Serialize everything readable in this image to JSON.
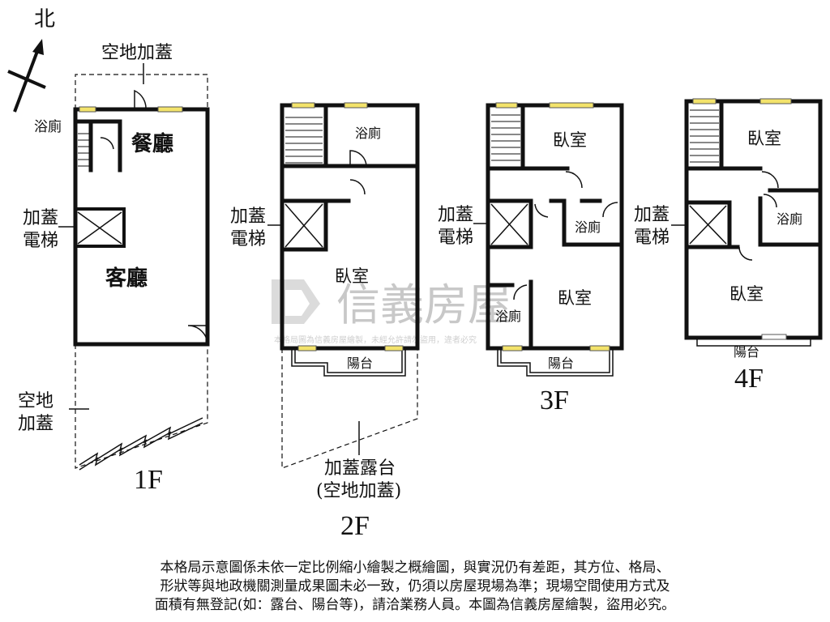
{
  "compass": {
    "label": "北"
  },
  "watermark": {
    "brand": "信義房屋",
    "sub": "本格局圖為信義房屋繪製，未經允許請勿盜用，違者必究"
  },
  "floors": [
    {
      "name": "1F",
      "rooms": {
        "bath": "浴廁",
        "dining": "餐廳",
        "living": "客廳"
      },
      "callouts": {
        "top": "空地加蓋",
        "elevator_1": "加蓋",
        "elevator_2": "電梯",
        "side_1": "空地",
        "side_2": "加蓋"
      }
    },
    {
      "name": "2F",
      "rooms": {
        "bath": "浴廁",
        "bedroom": "臥室",
        "balcony": "陽台"
      },
      "callouts": {
        "elevator_1": "加蓋",
        "elevator_2": "電梯",
        "terrace_1": "加蓋露台",
        "terrace_2": "(空地加蓋)"
      }
    },
    {
      "name": "3F",
      "rooms": {
        "bedroom_top": "臥室",
        "bath_mid": "浴廁",
        "bedroom_bottom": "臥室",
        "bath_bottom": "浴廁",
        "balcony": "陽台"
      },
      "callouts": {
        "elevator_1": "加蓋",
        "elevator_2": "電梯"
      }
    },
    {
      "name": "4F",
      "rooms": {
        "bedroom_top": "臥室",
        "bath": "浴廁",
        "bedroom_bottom": "臥室",
        "balcony": "陽台"
      },
      "callouts": {
        "elevator_1": "加蓋",
        "elevator_2": "電梯"
      }
    }
  ],
  "disclaimer": [
    "本格局示意圖係未依一定比例縮小繪製之概繪圖，與實況仍有差距，其方位、格局、",
    "形狀等與地政機關測量成果圖未必一致，仍須以房屋現場為準；現場空間使用方式及",
    "面積有無登記(如：露台、陽台等)，請洽業務人員。本圖為信義房屋繪製，盜用必究。"
  ],
  "colors": {
    "wall": "#111111",
    "window": "#f3e36b",
    "watermark": "#c8c8c8"
  }
}
